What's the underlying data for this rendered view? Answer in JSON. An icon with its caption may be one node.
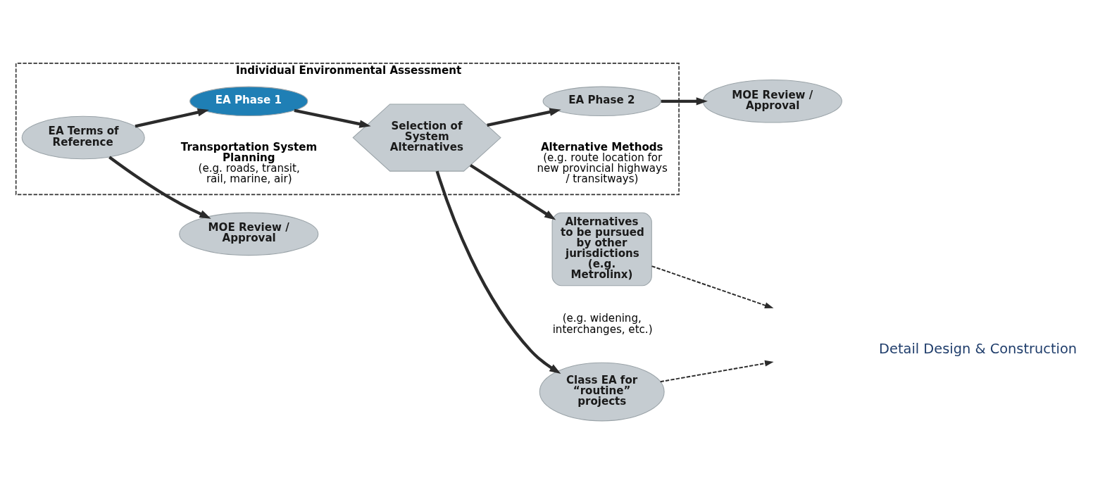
{
  "diagram": {
    "nodes": [
      {
        "text": [
          "Individual Environmental Assessment"
        ]
      },
      {
        "text": [
          "EA Terms of Reference"
        ],
        "in": 0
      },
      {
        "text": [
          "EA Phase 1"
        ],
        "in": 0,
        "beside": [
          "Transportation System Planning",
          "(e.g. roads, transit, rail, marine, air)"
        ]
      },
      {
        "text": [
          "Selection of System Alternatives"
        ],
        "in": 0
      },
      {
        "text": [
          "EA Phase 2"
        ],
        "in": 0,
        "beside": [
          "Alternative Methods",
          "(e.g. route location for new provincial highways / transitways)"
        ]
      },
      {
        "text": [
          "MOE Review / Approval"
        ]
      },
      {
        "text": [
          "Class EA for “routine” projects"
        ],
        "beside": [
          "(e.g. widening, interchanges, etc.)"
        ]
      },
      {
        "text": [
          "Alternatives to be pursued by other jurisdictions (e.g. Metrolinx)"
        ]
      },
      {
        "text": [
          "MOE Review / Approval"
        ]
      }
    ],
    "edges": [
      {
        "from": 1,
        "to": 2,
        "arrow": "to"
      },
      {
        "from": 1,
        "to": 5,
        "arrow": "to"
      },
      {
        "from": 2,
        "to": 3,
        "arrow": "to"
      },
      {
        "from": 3,
        "to": 6,
        "arrow": "to"
      },
      {
        "from": 3,
        "to": 4,
        "arrow": "to"
      },
      {
        "from": 3,
        "to": 7,
        "arrow": "to"
      },
      {
        "from": 4,
        "to": 8,
        "arrow": "to"
      },
      {
        "from": 6,
        "to": null,
        "arrow": "to",
        "style": "dashed"
      },
      {
        "from": 7,
        "to": null,
        "arrow": "to",
        "style": "dashed"
      }
    ],
    "labels": [
      "Detail Design & Construction"
    ]
  }
}
